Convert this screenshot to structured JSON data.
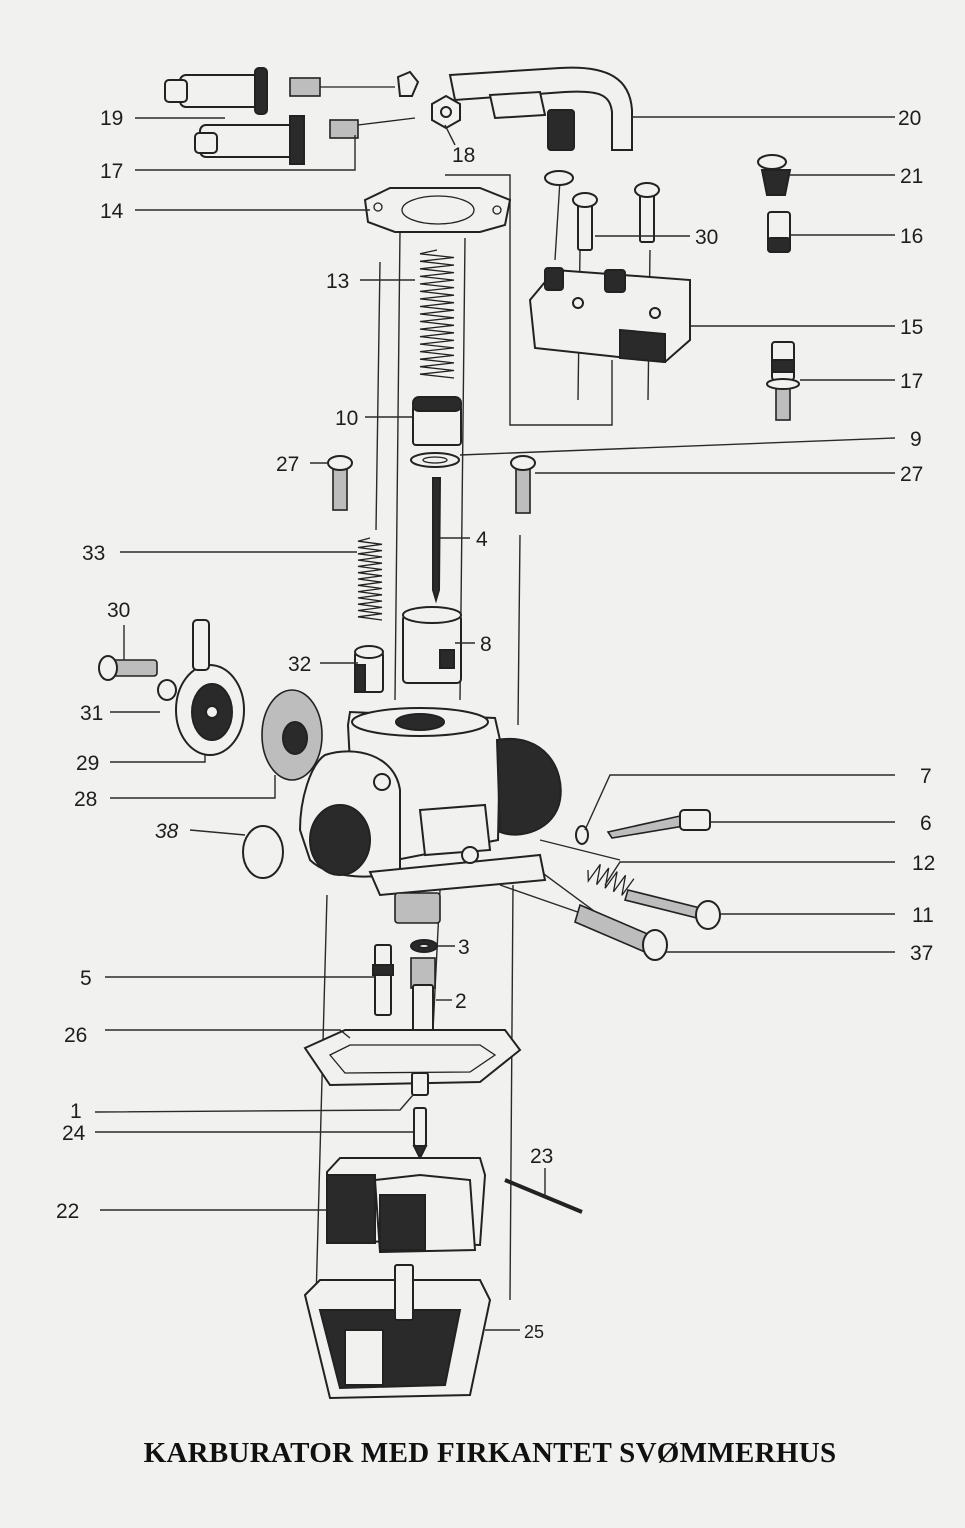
{
  "title": "KARBURATOR MED FIRKANTET SVØMMERHUS",
  "labels": {
    "p1": "1",
    "p2": "2",
    "p3": "3",
    "p4": "4",
    "p5": "5",
    "p6": "6",
    "p7": "7",
    "p8": "8",
    "p9": "9",
    "p10": "10",
    "p11": "11",
    "p12": "12",
    "p13": "13",
    "p14": "14",
    "p15": "15",
    "p16": "16",
    "p17a": "17",
    "p17b": "17",
    "p18": "18",
    "p19": "19",
    "p20": "20",
    "p21": "21",
    "p22": "22",
    "p23": "23",
    "p24": "24",
    "p25": "25",
    "p26": "26",
    "p27a": "27",
    "p27b": "27",
    "p28": "28",
    "p29": "29",
    "p30a": "30",
    "p30b": "30",
    "p31": "31",
    "p32": "32",
    "p33": "33",
    "p37": "37",
    "p38": "38"
  }
}
